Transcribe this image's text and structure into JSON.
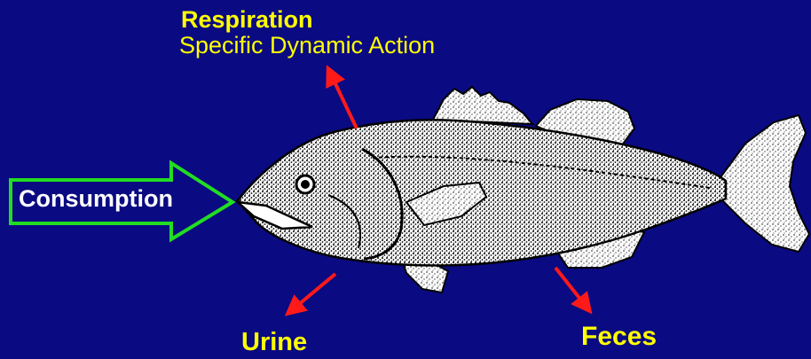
{
  "diagram": {
    "labels": {
      "respiration": "Respiration",
      "sda": "Specific Dynamic Action",
      "consumption": "Consumption",
      "urine": "Urine",
      "feces": "Feces"
    },
    "colors": {
      "background": "#0a0a82",
      "output_label": "#ffff00",
      "output_arrow": "#ff1a1a",
      "input_arrow": "#22dd22",
      "input_label": "#ffffff",
      "fish_fill": "#ffffff",
      "fish_outline": "#000000"
    },
    "icons": [
      "largemouth-bass-illustration",
      "arrow-icon"
    ]
  }
}
